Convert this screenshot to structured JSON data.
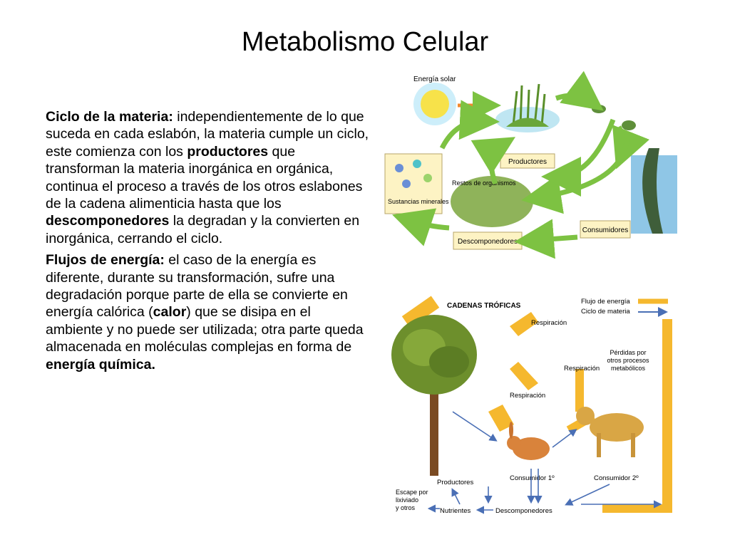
{
  "title": "Metabolismo Celular",
  "paragraph1": {
    "lead": "Ciclo de la materia:",
    "t1": " independientemente de lo que suceda en cada eslabón, la materia cumple un ciclo, este comienza con los ",
    "b1": "productores",
    "t2": " que transforman la materia inorgánica en orgánica, continua el proceso a través de los otros eslabones de la cadena alimenticia hasta que los ",
    "b2": "descomponedores",
    "t3": " la degradan y la convierten en inorgánica, cerrando el ciclo."
  },
  "paragraph2": {
    "lead": "Flujos de energía:",
    "t1": " el caso de la energía es diferente, durante su transformación, sufre una degradación porque parte de ella se convierte en energía calórica (",
    "b1": "calor",
    "t2": ") que se disipa en el ambiente y no puede ser utilizada; otra parte queda almacenada en moléculas complejas en forma de ",
    "b2": "energía química.",
    "t3": ""
  },
  "cycle_diagram": {
    "solar": "Energía solar",
    "producers": "Productores",
    "remains": "Restos de organismos",
    "minerals": "Sustancias minerales",
    "decomposers": "Descomponedores",
    "consumers": "Consumidores"
  },
  "chains_diagram": {
    "title": "CADENAS TRÓFICAS",
    "legend_energy": "Flujo de energía",
    "legend_matter": "Ciclo de materia",
    "respiration1": "Respiración",
    "respiration2": "Respiración",
    "respiration3": "Respiración",
    "losses": [
      "Pérdidas por",
      "otros procesos",
      "metabólicos"
    ],
    "producers": "Productores",
    "consumer1": "Consumidor 1º",
    "consumer2": "Consumidor 2º",
    "leaching": [
      "Escape por",
      "lixiviado",
      "y otros"
    ],
    "nutrients": "Nutrientes",
    "decomposers": "Descomponedores"
  },
  "colors": {
    "green_arrow": "#7dc242",
    "energy_arrow": "#f5b82e",
    "matter_arrow": "#4a6fb5",
    "label_box": "#fdf3c4"
  }
}
